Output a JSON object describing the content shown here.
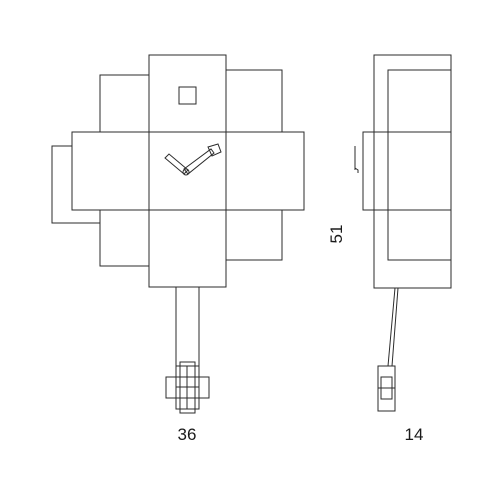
{
  "dimensions": {
    "width_label": "36",
    "depth_label": "14",
    "height_label": "51"
  },
  "colors": {
    "line": "#2b2b2b",
    "background": "#ffffff"
  }
}
